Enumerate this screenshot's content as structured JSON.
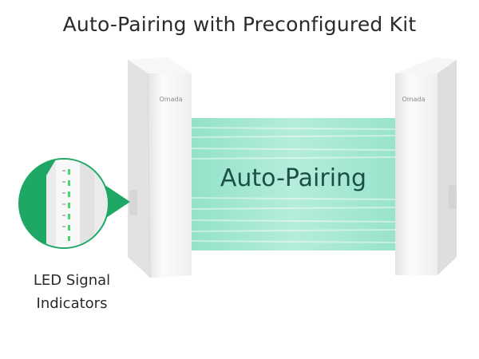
{
  "title": "Auto-Pairing with Preconfigured Kit",
  "beam_label": "Auto-Pairing",
  "led_caption": {
    "line1": "LED Signal",
    "line2": "Indicators"
  },
  "devices": {
    "left_brand": "Omada",
    "right_brand": "Omada"
  },
  "colors": {
    "beam": "#8fe0c6",
    "callout": "#1fa865",
    "led": "#49d46e",
    "device_body": "#f4f4f4"
  }
}
